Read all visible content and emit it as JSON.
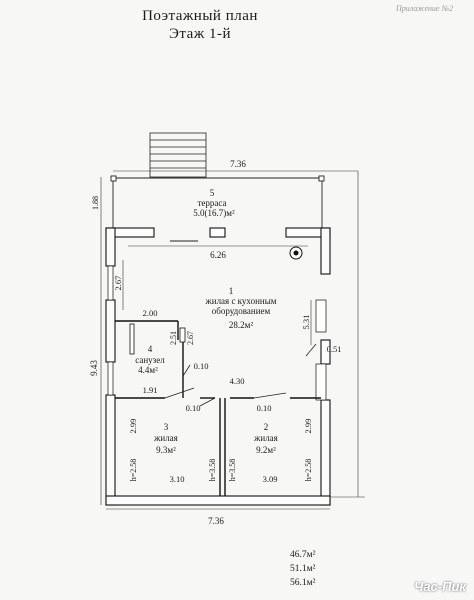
{
  "document": {
    "appendix": "Приложение №2",
    "title_line1": "Поэтажный план",
    "title_line2": "Этаж 1-й"
  },
  "rooms": {
    "terrace": {
      "number": "5",
      "name": "терраса",
      "area": "5.0(16.7)м²"
    },
    "living": {
      "number": "1",
      "name_line1": "жилая с кухонным",
      "name_line2": "оборудованием",
      "area": "28.2м²"
    },
    "bath": {
      "number": "4",
      "name": "санузел",
      "area": "4.4м²"
    },
    "bedroom3": {
      "number": "3",
      "name": "жилая",
      "area": "9.3м²"
    },
    "bedroom2": {
      "number": "2",
      "name": "жилая",
      "area": "9.2м²"
    }
  },
  "dimensions": {
    "top_width": "7.36",
    "bottom_width": "7.36",
    "terrace_depth": "1.88",
    "total_depth": "9.43",
    "inner_width": "6.26",
    "left_upper": "2.67",
    "right_upper": "5.31",
    "right_gap": "0.51",
    "bath_width": "2.00",
    "bath_inner_a": "2.51",
    "bath_inner_b": "2.67",
    "bath_width2": "1.91",
    "bath_gap": "0.10",
    "corridor_width": "4.30",
    "gap_left": "0.10",
    "gap_right": "0.10",
    "left_lower": "2.99",
    "right_lower": "2.99",
    "room3_width": "3.10",
    "room2_width": "3.09",
    "h_left": "h=2.58",
    "h_mid_left": "h=3.58",
    "h_mid_right": "h=3.58",
    "h_right": "h=2.58"
  },
  "totals": [
    "46.7м²",
    "51.1м²",
    "56.1м²"
  ],
  "watermark": "Час-Пик"
}
